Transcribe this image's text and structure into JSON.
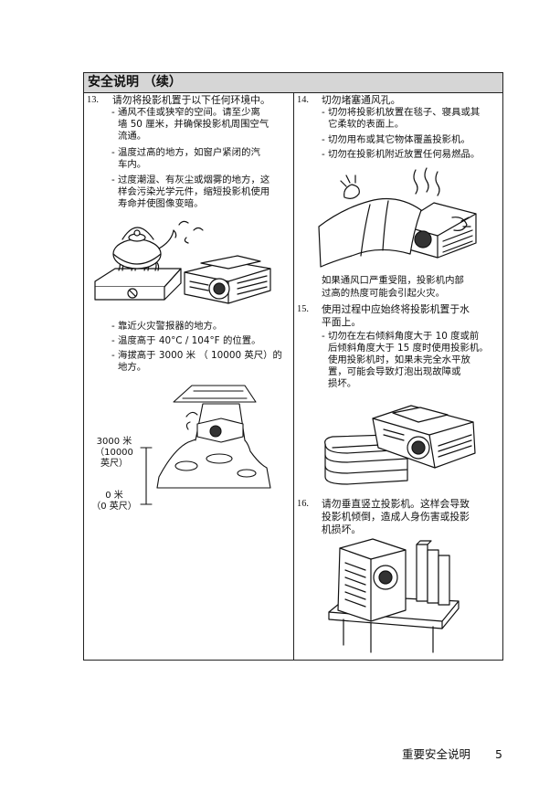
{
  "header": {
    "title": "安全说明 （续）"
  },
  "left": {
    "item13": {
      "number": "13.",
      "title": "请勿将投影机置于以下任何环境中。",
      "bullets": [
        {
          "lines": [
            "通风不佳或狭窄的空间。请至少离",
            "墙 50 厘米，并确保投影机周围空气",
            "流通。"
          ]
        },
        {
          "lines": [
            "温度过高的地方，如窗户紧闭的汽",
            "车内。"
          ]
        },
        {
          "lines": [
            "过度潮湿、有灰尘或烟雾的地方，这",
            "样会污染光学元件，缩短投影机使用",
            "寿命并使图像变暗。"
          ]
        },
        {
          "lines": [
            "靠近火灾警报器的地方。"
          ]
        },
        {
          "lines": [
            "温度高于 40°C / 104°F 的位置。"
          ]
        },
        {
          "lines": [
            "海拔高于 3000 米 （ 10000 英尺）的",
            "地方。"
          ]
        }
      ]
    },
    "altitude": {
      "top_lines": [
        "3000 米",
        "（10000",
        "英尺）"
      ],
      "bottom_lines": [
        "0 米",
        "（0 英尺）"
      ]
    }
  },
  "right": {
    "item14": {
      "number": "14.",
      "title": "切勿堵塞通风孔。",
      "bullets": [
        {
          "lines": [
            "切勿将投影机放置在毯子、寝具或其",
            "它柔软的表面上。"
          ]
        },
        {
          "lines": [
            "切勿用布或其它物体覆盖投影机。"
          ]
        },
        {
          "lines": [
            "切勿在投影机附近放置任何易燃品。"
          ]
        }
      ],
      "note_lines": [
        "如果通风口严重受阻，投影机内部",
        "过高的热度可能会引起火灾。"
      ]
    },
    "item15": {
      "number": "15.",
      "title_lines": [
        "使用过程中应始终将投影机置于水",
        "平面上。"
      ],
      "bullets": [
        {
          "lines": [
            "切勿在左右倾斜角度大于 10 度或前",
            "后倾斜角度大于 15 度时使用投影机。",
            "使用投影机时，如果未完全水平放",
            "置，可能会导致灯泡出现故障或",
            "损坏。"
          ]
        }
      ]
    },
    "item16": {
      "number": "16.",
      "title_lines": [
        "请勿垂直竖立投影机。这样会导致",
        "投影机倾倒，造成人身伤害或投影",
        "机损坏。"
      ]
    }
  },
  "footer": {
    "section": "重要安全说明",
    "page": "5"
  }
}
